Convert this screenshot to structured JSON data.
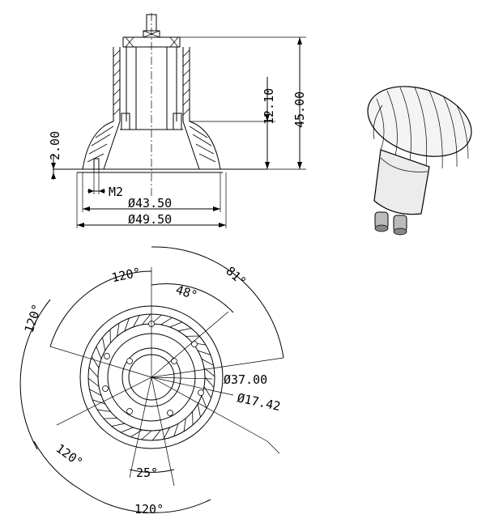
{
  "side_view": {
    "height_total": "45.00",
    "height_neck": "12.10",
    "rim": "2.00",
    "pin": "M2",
    "dia_inner": "Ø43.50",
    "dia_outer": "Ø49.50"
  },
  "top_view": {
    "angle_top_left": "120°",
    "angle_left": "120°",
    "angle_bottom_left": "120°",
    "angle_bottom": "120°",
    "angle_top_right": "81°",
    "angle_inner": "48°",
    "angle_pins": "25°",
    "dia_mid": "Ø37.00",
    "dia_center": "Ø17.42"
  },
  "colors": {
    "line": "#000000",
    "background": "#ffffff"
  }
}
